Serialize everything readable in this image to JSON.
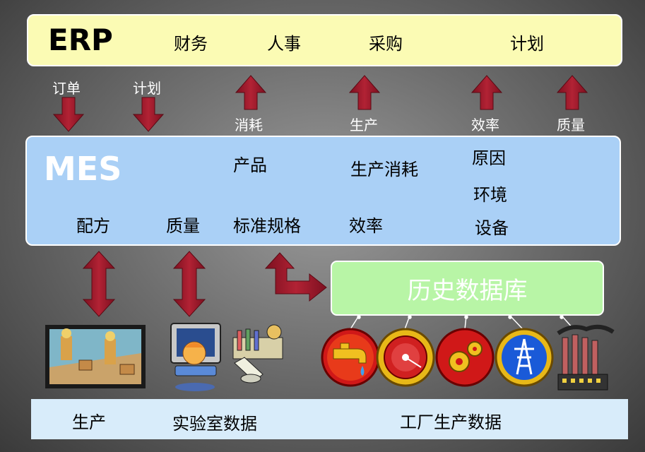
{
  "erp": {
    "title": "ERP",
    "items": [
      "财务",
      "人事",
      "采购",
      "计划"
    ]
  },
  "links_down": [
    "订单",
    "计划"
  ],
  "links_up": [
    "消耗",
    "生产",
    "效率",
    "质量"
  ],
  "mes": {
    "title": "MES",
    "items": [
      "产品",
      "生产消耗",
      "原因",
      "环境",
      "配方",
      "质量",
      "标准规格",
      "效率",
      "设备"
    ]
  },
  "history": {
    "label": "历史数据库"
  },
  "bottom": {
    "items": [
      "生产",
      "实验室数据",
      "工厂生产数据"
    ]
  },
  "icons": [
    "workers-clipart",
    "lab-computer-clipart",
    "lab-equipment-clipart",
    "water-tap-icon",
    "alarm-bell-icon",
    "gears-icon",
    "power-tower-icon",
    "factory-icon"
  ],
  "colors": {
    "arrow": "#9b1b2b",
    "erp_bg": "#fbfbb4",
    "mes_bg": "#aad0f6",
    "history_bg": "#b8f5a6",
    "bottom_bg": "#d8ecfa"
  }
}
